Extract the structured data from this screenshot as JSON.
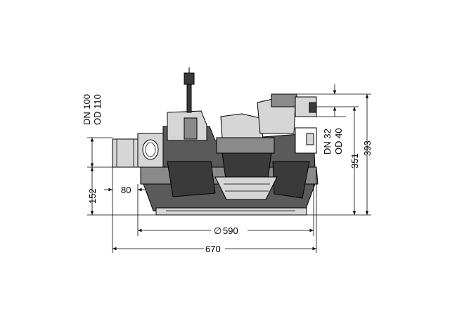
{
  "dimensions": {
    "inlet_dn": "DN 100",
    "inlet_od": "OD 110",
    "outlet_dn": "DN 32",
    "outlet_od": "OD 40",
    "inlet_height": "152",
    "inlet_offset": "80",
    "diameter": "590",
    "overall_width": "670",
    "outlet_height": "351",
    "overall_height": "393"
  },
  "symbols": {
    "diameter_symbol": "∅"
  }
}
